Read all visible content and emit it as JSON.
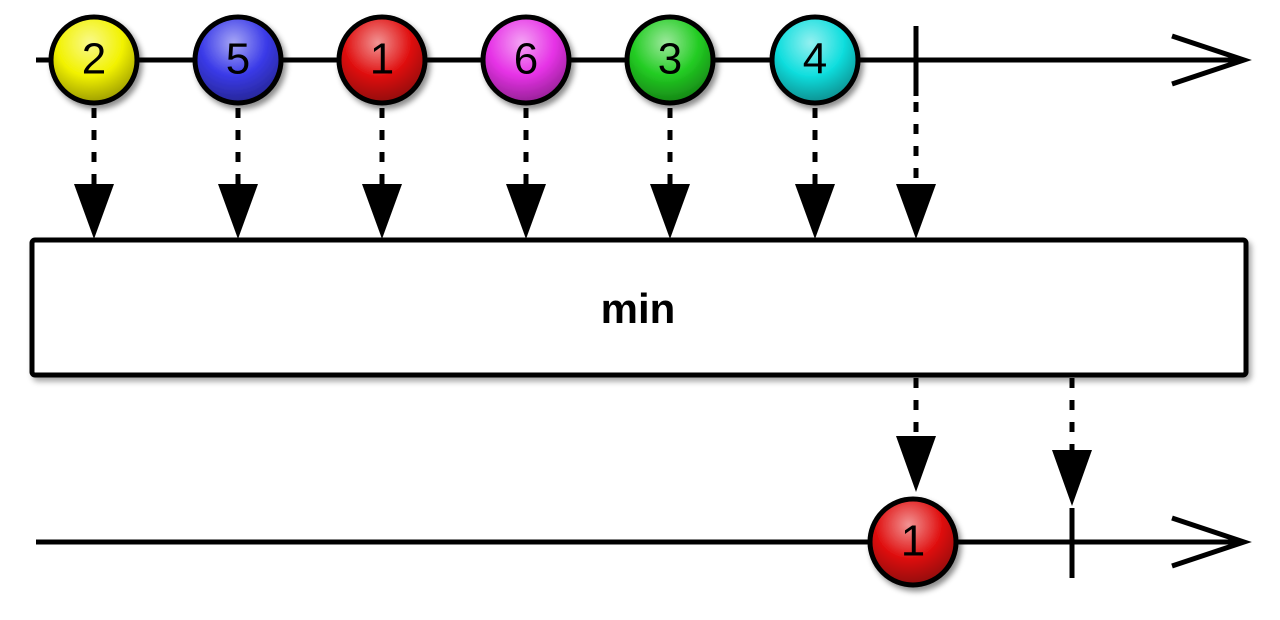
{
  "operator": {
    "label": "min"
  },
  "input_stream": {
    "marbles": [
      {
        "value": "2",
        "color": "#f2f200"
      },
      {
        "value": "5",
        "color": "#3a3ae8"
      },
      {
        "value": "1",
        "color": "#e01010"
      },
      {
        "value": "6",
        "color": "#e632e6"
      },
      {
        "value": "3",
        "color": "#22cc22"
      },
      {
        "value": "4",
        "color": "#11dede"
      }
    ],
    "completes": true
  },
  "output_stream": {
    "marbles": [
      {
        "value": "1",
        "color": "#e01010"
      }
    ],
    "completes": true
  }
}
